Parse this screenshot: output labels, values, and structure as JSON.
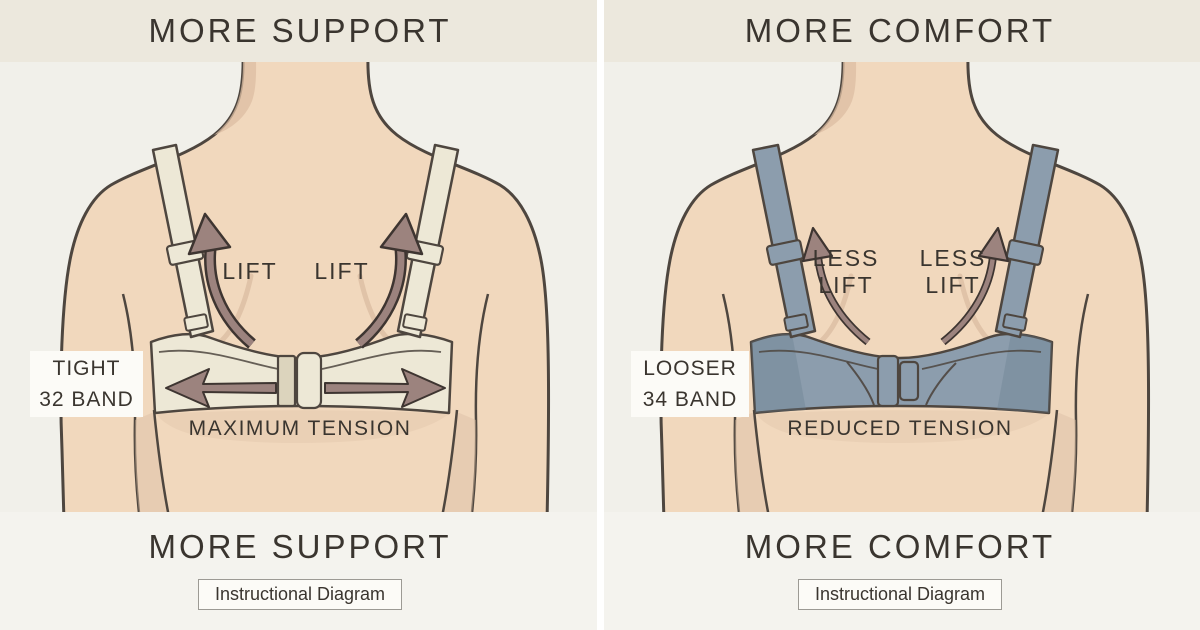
{
  "colors": {
    "header_bg": "#ECE8DD",
    "illus_bg": "#F1F0EA",
    "footer_bg": "#F4F3EE",
    "divider": "#FFFFFF",
    "skin": "#F1D8BD",
    "skin_shade": "#DCBEA3",
    "outline": "#4E463F",
    "bra_support": "#EDE8D6",
    "bra_support_clasp": "#DCD4BD",
    "bra_comfort": "#8C9DAD",
    "bra_comfort_shade": "#64798C",
    "arrow_fill": "#9C837E",
    "arrow_dark": "#3E3531",
    "text": "#3A352F",
    "label_box_bg": "#FCFBF7",
    "caption_border": "#9C9A94"
  },
  "panels": [
    {
      "top_title": "MORE SUPPORT",
      "lift_left": [
        "LIFT"
      ],
      "lift_right": [
        "LIFT"
      ],
      "band_label": [
        "TIGHT",
        "32 BAND"
      ],
      "tension_label": "MAXIMUM TENSION",
      "bottom_title": "MORE SUPPORT",
      "caption": "Instructional Diagram"
    },
    {
      "top_title": "MORE COMFORT",
      "lift_left": [
        "LESS",
        "LIFT"
      ],
      "lift_right": [
        "LESS",
        "LIFT"
      ],
      "band_label": [
        "LOOSER",
        "34 BAND"
      ],
      "tension_label": "REDUCED TENSION",
      "bottom_title": "MORE COMFORT",
      "caption": "Instructional Diagram"
    }
  ]
}
